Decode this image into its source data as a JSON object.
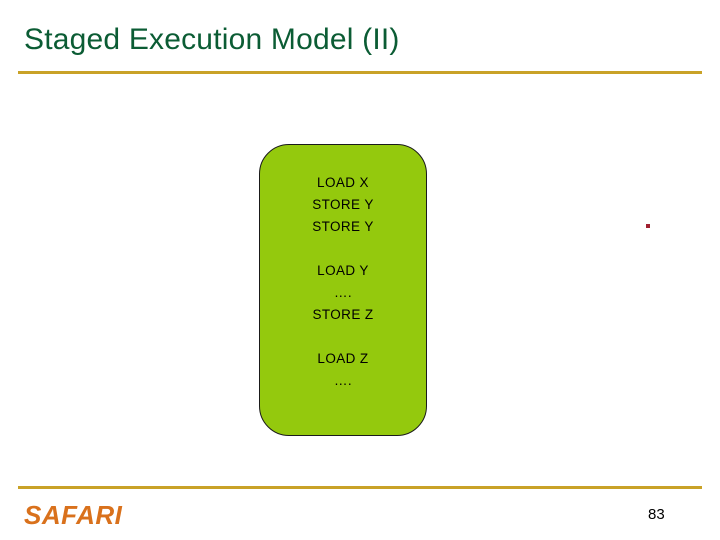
{
  "slide": {
    "title": "Staged Execution Model (II)",
    "title_color": "#0b5c34",
    "rule_color": "#c9a227",
    "background_color": "#ffffff"
  },
  "code_block": {
    "fill_color": "#94c90d",
    "border_color": "#1a1a1a",
    "groups": [
      {
        "lines": [
          "LOAD  X",
          "STORE Y",
          "STORE Y"
        ]
      },
      {
        "lines": [
          "LOAD Y",
          "….",
          "STORE Z"
        ]
      },
      {
        "lines": [
          "LOAD  Z",
          "…."
        ]
      }
    ]
  },
  "marker": {
    "name": "red-dot",
    "color": "#a02030"
  },
  "footer": {
    "logo": "SAFARI",
    "logo_color": "#d9711c",
    "page_number": "83"
  }
}
